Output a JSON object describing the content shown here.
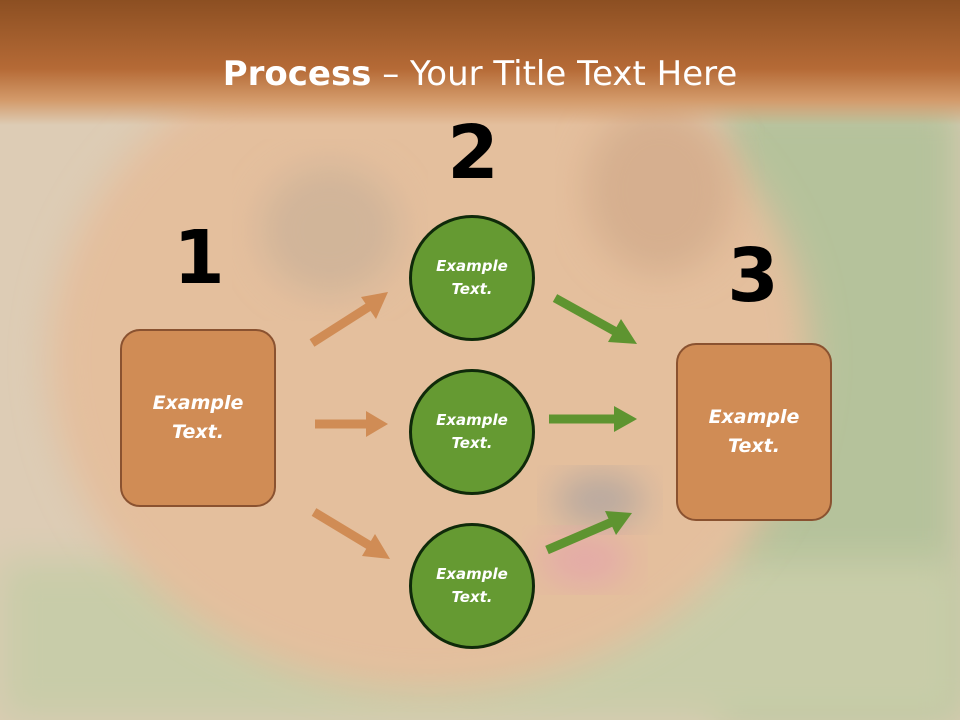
{
  "title": {
    "bold": "Process",
    "rest": " – Your Title Text Here"
  },
  "steps": [
    {
      "number": "1",
      "box_text": "Example Text."
    },
    {
      "number": "2",
      "circles": [
        "Example Text.",
        "Example Text.",
        "Example Text."
      ]
    },
    {
      "number": "3",
      "box_text": "Example Text."
    }
  ],
  "colors": {
    "title_band": "#b56a36",
    "box_fill": "#d08c55",
    "box_border": "#8a5230",
    "circle_fill": "#659a32",
    "circle_border": "#0f2a0a",
    "arrow_orange": "#d08c55",
    "arrow_green": "#5e9430"
  }
}
